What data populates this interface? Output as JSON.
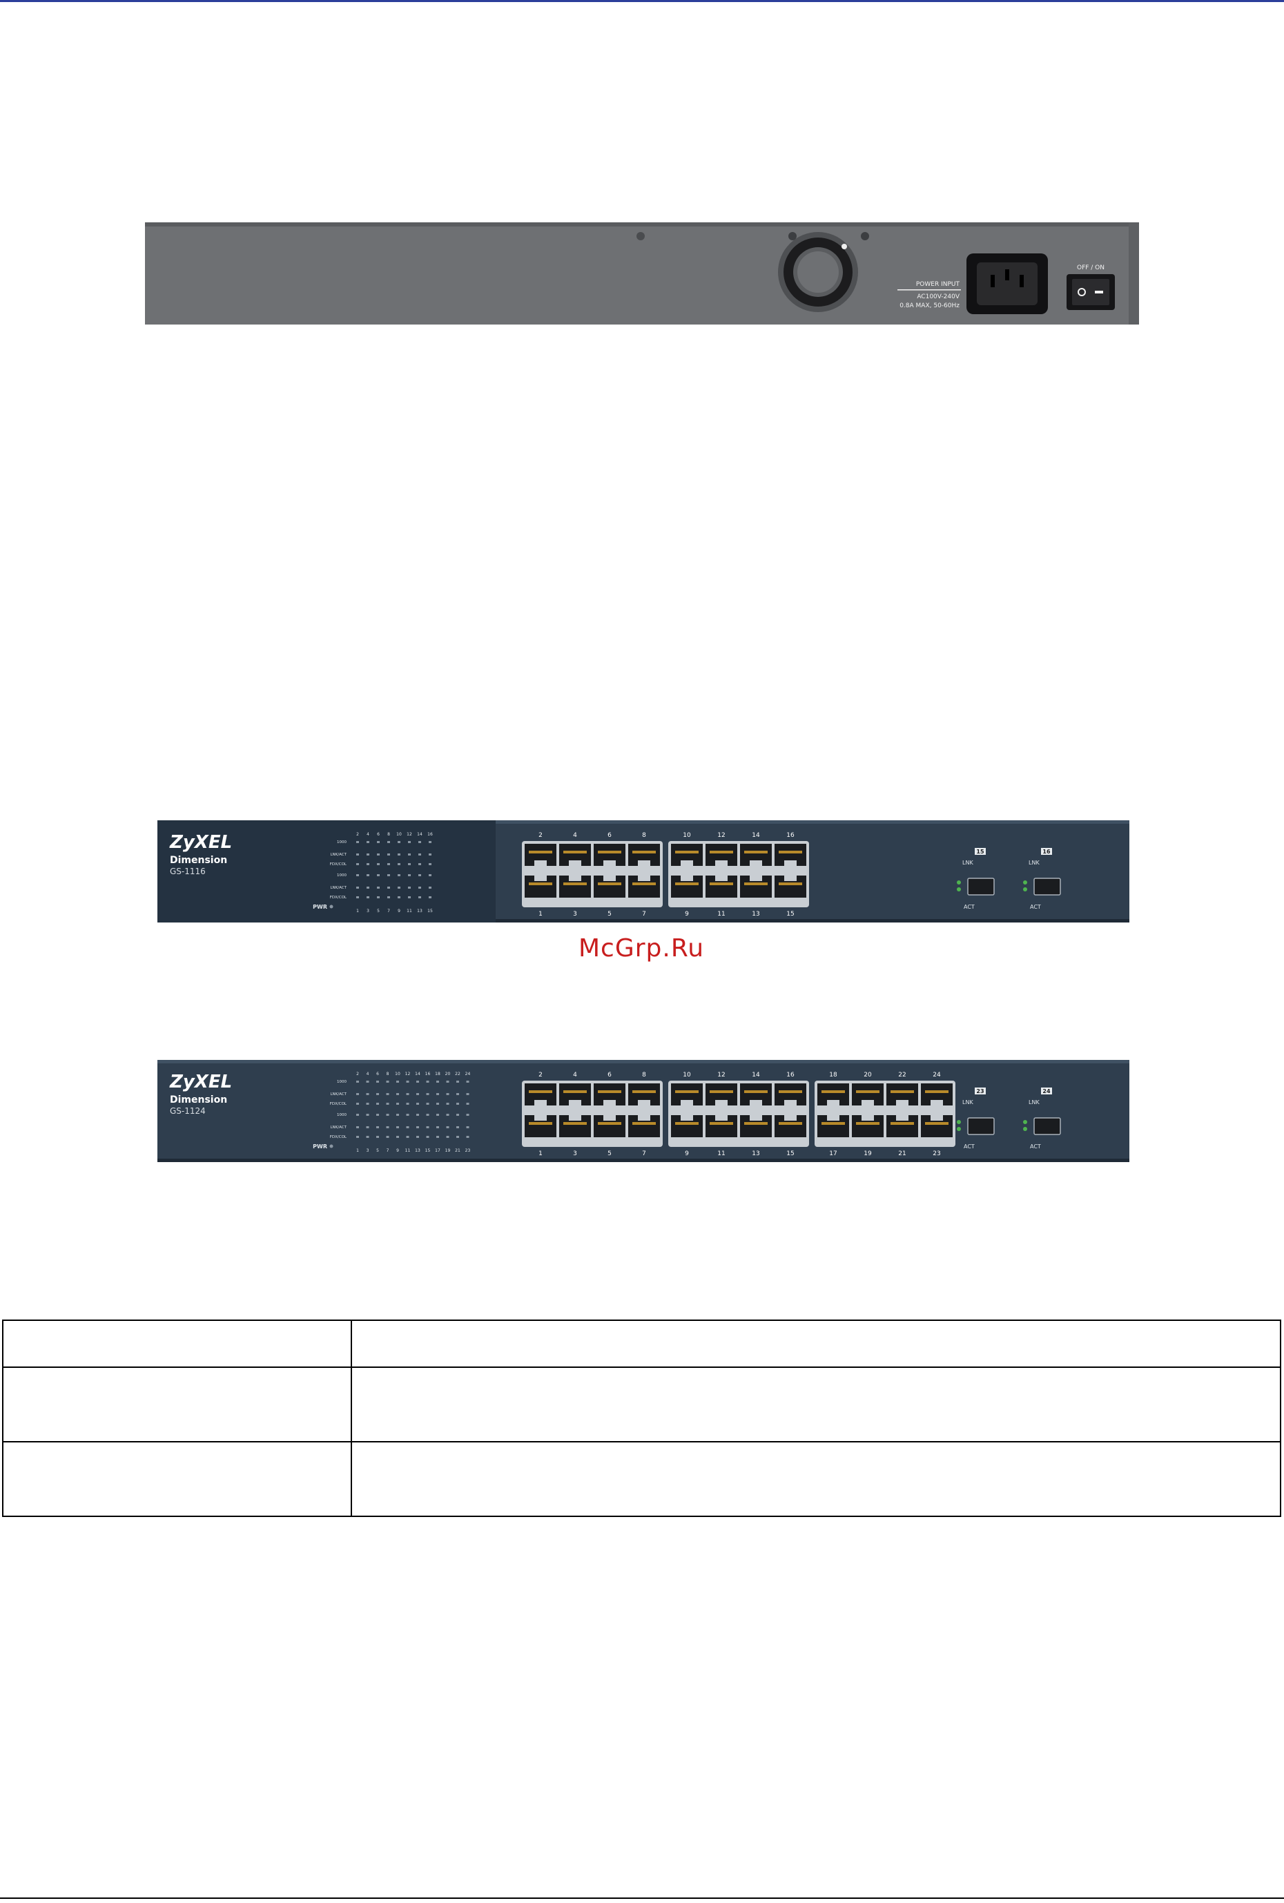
{
  "rear_panel": {
    "power_label": "POWER INPUT",
    "power_rating_1": "AC100V-240V",
    "power_rating_2": "0.8A MAX, 50-60Hz",
    "switch_label": "OFF / ON"
  },
  "switch_gs1116": {
    "brand": "ZyXEL",
    "series": "Dimension",
    "model": "GS-1116",
    "led_rows": [
      "1000",
      "LNK/ACT",
      "FDX/COL",
      "1000",
      "LNK/ACT",
      "FDX/COL"
    ],
    "pwr_label": "PWR",
    "led_top_numbers": [
      "2",
      "4",
      "6",
      "8",
      "10",
      "12",
      "14",
      "16"
    ],
    "led_bottom_numbers": [
      "1",
      "3",
      "5",
      "7",
      "9",
      "11",
      "13",
      "15"
    ],
    "port_top_numbers": [
      "2",
      "4",
      "6",
      "8",
      "10",
      "12",
      "14",
      "16"
    ],
    "port_bottom_numbers": [
      "1",
      "3",
      "5",
      "7",
      "9",
      "11",
      "13",
      "15"
    ],
    "sfp": [
      {
        "num": "15",
        "lnk": "LNK",
        "act": "ACT"
      },
      {
        "num": "16",
        "lnk": "LNK",
        "act": "ACT"
      }
    ]
  },
  "switch_gs1124": {
    "brand": "ZyXEL",
    "series": "Dimension",
    "model": "GS-1124",
    "led_rows": [
      "1000",
      "LNK/ACT",
      "FDX/COL",
      "1000",
      "LNK/ACT",
      "FDX/COL"
    ],
    "pwr_label": "PWR",
    "led_top_numbers": [
      "2",
      "4",
      "6",
      "8",
      "10",
      "12",
      "14",
      "16",
      "18",
      "20",
      "22",
      "24"
    ],
    "led_bottom_numbers": [
      "1",
      "3",
      "5",
      "7",
      "9",
      "11",
      "13",
      "15",
      "17",
      "19",
      "21",
      "23"
    ],
    "port_top_numbers": [
      "2",
      "4",
      "6",
      "8",
      "10",
      "12",
      "14",
      "16",
      "18",
      "20",
      "22",
      "24"
    ],
    "port_bottom_numbers": [
      "1",
      "3",
      "5",
      "7",
      "9",
      "11",
      "13",
      "15",
      "17",
      "19",
      "21",
      "23"
    ],
    "sfp": [
      {
        "num": "23",
        "lnk": "LNK",
        "act": "ACT"
      },
      {
        "num": "24",
        "lnk": "LNK",
        "act": "ACT"
      }
    ]
  },
  "watermark": "McGrp.Ru",
  "table": {
    "rows": [
      [
        "",
        ""
      ],
      [
        "",
        ""
      ],
      [
        "",
        ""
      ]
    ]
  },
  "colors": {
    "rear_panel": "#6e7073",
    "front_panel": "#2f3e4e",
    "watermark": "#c81e1e",
    "rule_top": "#2c3e9a"
  }
}
